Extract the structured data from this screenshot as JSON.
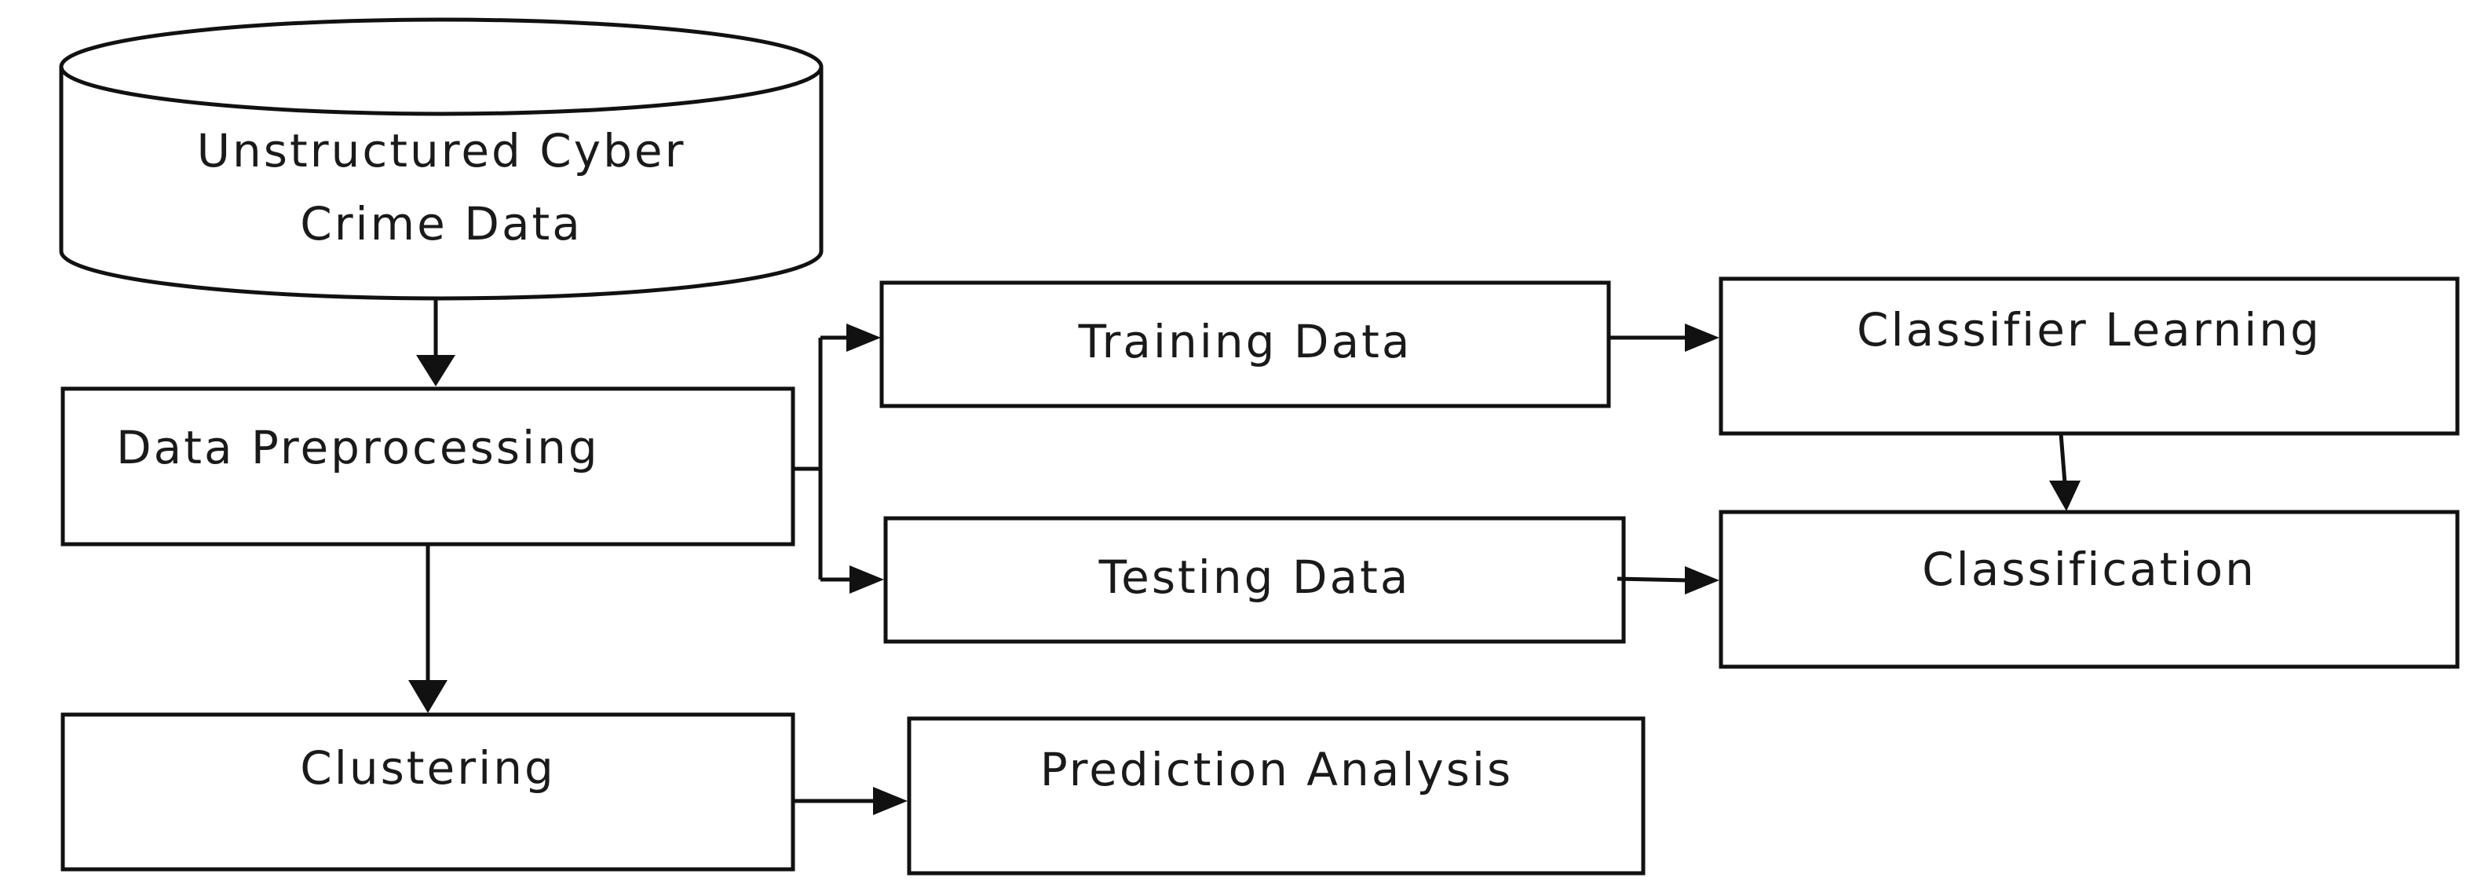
{
  "nodes": {
    "unstructured_data": {
      "line1": "Unstructured Cyber",
      "line2": "Crime Data"
    },
    "data_preprocessing": "Data Preprocessing",
    "training_data": "Training Data",
    "testing_data": "Testing Data",
    "classifier_learning": "Classifier Learning",
    "classification": "Classification",
    "clustering": "Clustering",
    "prediction_analysis": "Prediction Analysis"
  }
}
